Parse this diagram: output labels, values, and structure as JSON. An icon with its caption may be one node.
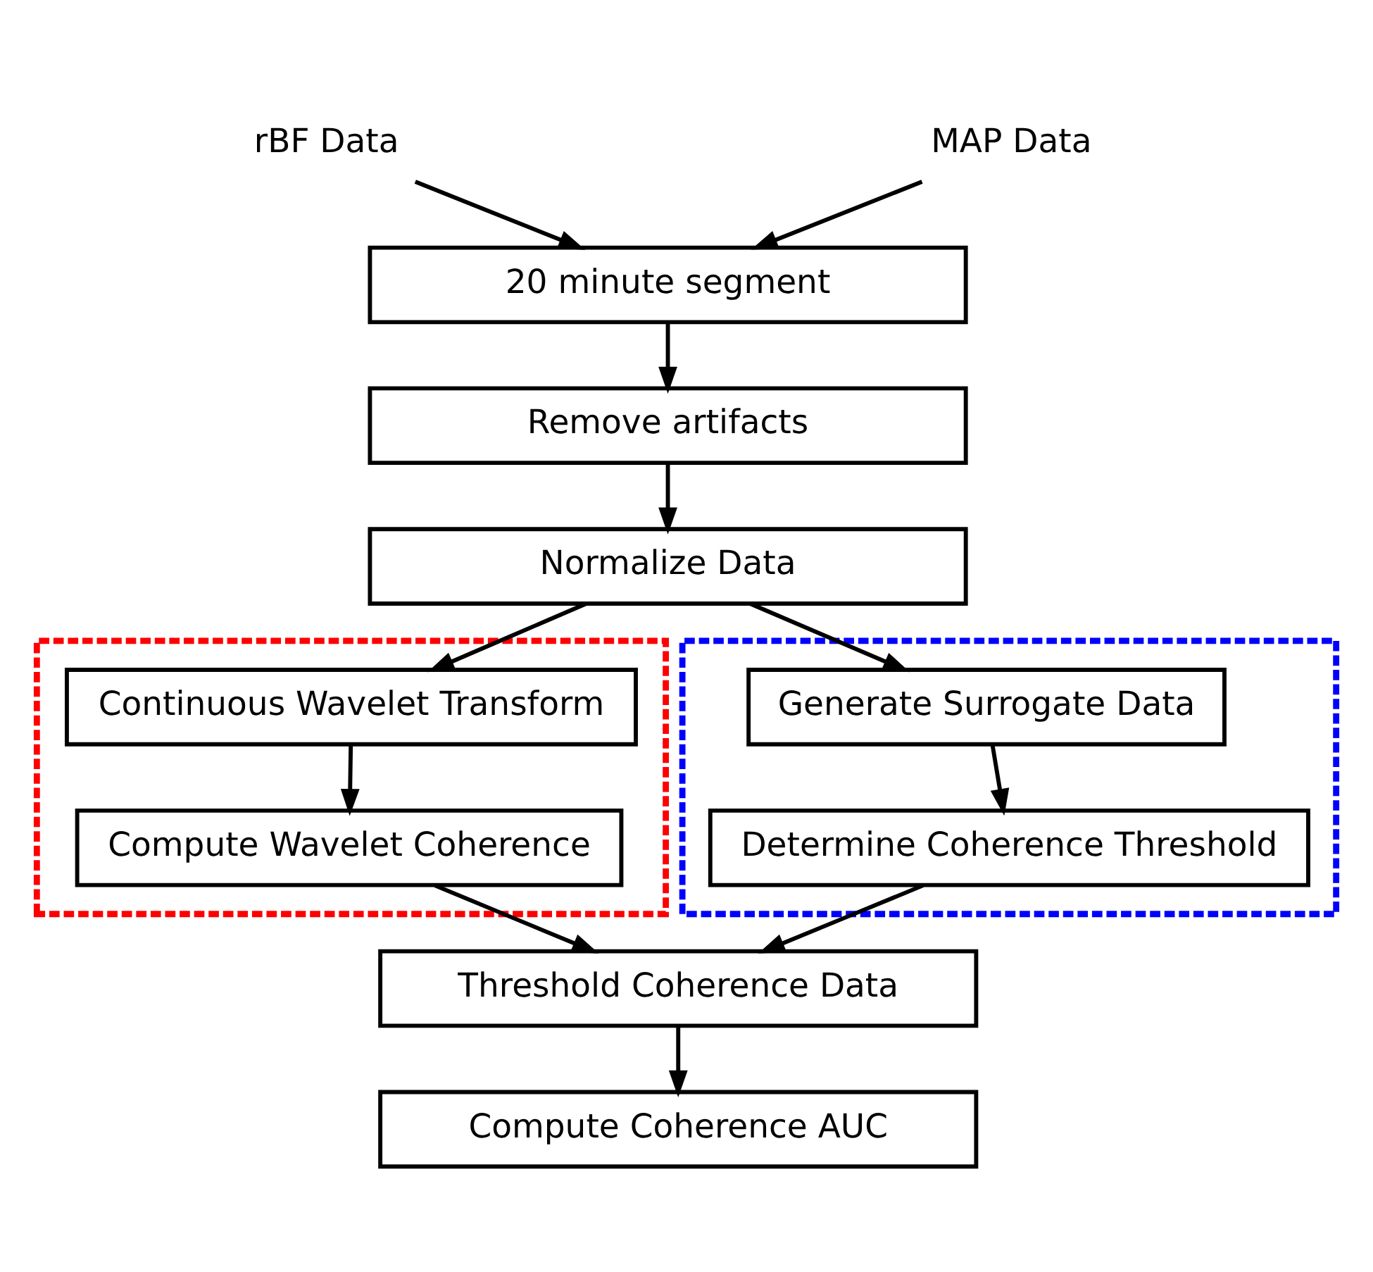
{
  "diagram": {
    "nodes": [
      {
        "text": [
          "rBF Data"
        ]
      },
      {
        "text": [
          "MAP Data"
        ]
      },
      {
        "text": [
          "20 minute segment"
        ]
      },
      {
        "text": [
          "Remove artifacts"
        ]
      },
      {
        "text": [
          "Normalize Data"
        ]
      },
      {
        "text": [],
        "shape": "box"
      },
      {
        "text": [
          "Continuous Wavelet Transform"
        ],
        "in": 5
      },
      {
        "text": [
          "Compute Wavelet Coherence"
        ],
        "in": 5
      },
      {
        "text": [],
        "shape": "box"
      },
      {
        "text": [
          "Generate Surrogate Data"
        ],
        "in": 8
      },
      {
        "text": [
          "Determine Coherence Threshold"
        ],
        "in": 8
      },
      {
        "text": [
          "Threshold Coherence Data"
        ]
      },
      {
        "text": [
          "Compute Coherence AUC"
        ]
      }
    ],
    "edges": [
      {
        "from": 0,
        "to": 2,
        "arrow": "to"
      },
      {
        "from": 1,
        "to": 2,
        "arrow": "to"
      },
      {
        "from": 2,
        "to": 3,
        "arrow": "to"
      },
      {
        "from": 3,
        "to": 4,
        "arrow": "to"
      },
      {
        "from": 4,
        "to": 6,
        "arrow": "to"
      },
      {
        "from": 4,
        "to": 9,
        "arrow": "to"
      },
      {
        "from": 6,
        "to": 7,
        "arrow": "to"
      },
      {
        "from": 9,
        "to": 10,
        "arrow": "to"
      },
      {
        "from": 7,
        "to": 11,
        "arrow": "to"
      },
      {
        "from": 10,
        "to": 11,
        "arrow": "to"
      },
      {
        "from": 11,
        "to": 12,
        "arrow": "to"
      }
    ]
  }
}
